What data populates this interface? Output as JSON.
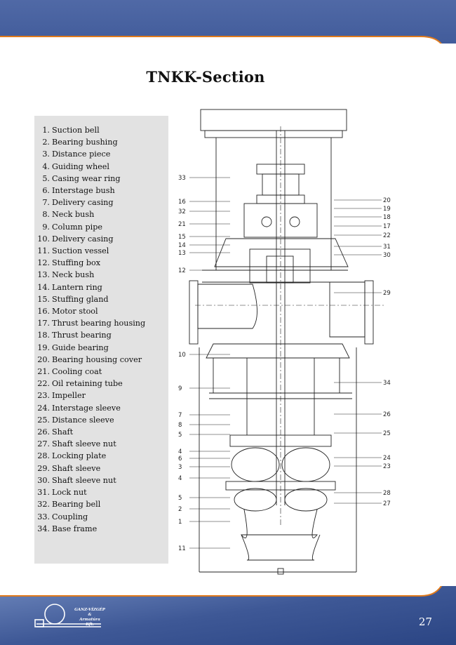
{
  "page": {
    "title": "TNKK-Section",
    "page_number": "27"
  },
  "logo": {
    "line1": "GANZ-VÍZGÉP",
    "line2": "&",
    "line3": "Armatúra",
    "line4": "Kft."
  },
  "parts": [
    {
      "num": "1.",
      "name": "Suction bell"
    },
    {
      "num": "2.",
      "name": "Bearing bushing"
    },
    {
      "num": "3.",
      "name": "Distance piece"
    },
    {
      "num": "4.",
      "name": "Guiding wheel"
    },
    {
      "num": "5.",
      "name": "Casing wear ring"
    },
    {
      "num": "6.",
      "name": "Interstage bush"
    },
    {
      "num": "7.",
      "name": "Delivery casing"
    },
    {
      "num": "8.",
      "name": "Neck bush"
    },
    {
      "num": "9.",
      "name": "Column pipe"
    },
    {
      "num": "10.",
      "name": "Delivery casing"
    },
    {
      "num": "11.",
      "name": "Suction vessel"
    },
    {
      "num": "12.",
      "name": "Stuffing box"
    },
    {
      "num": "13.",
      "name": "Neck bush"
    },
    {
      "num": "14.",
      "name": "Lantern ring"
    },
    {
      "num": "15.",
      "name": "Stuffing gland"
    },
    {
      "num": "16.",
      "name": "Motor stool"
    },
    {
      "num": "17.",
      "name": "Thrust bearing housing"
    },
    {
      "num": "18.",
      "name": "Thrust bearing"
    },
    {
      "num": "19.",
      "name": "Guide bearing"
    },
    {
      "num": "20.",
      "name": "Bearing housing cover"
    },
    {
      "num": "21.",
      "name": "Cooling coat"
    },
    {
      "num": "22.",
      "name": "Oil retaining tube"
    },
    {
      "num": "23.",
      "name": "Impeller"
    },
    {
      "num": "24.",
      "name": "Interstage sleeve"
    },
    {
      "num": "25.",
      "name": "Distance sleeve"
    },
    {
      "num": "26.",
      "name": "Shaft"
    },
    {
      "num": "27.",
      "name": "Shaft sleeve nut"
    },
    {
      "num": "28.",
      "name": "Locking plate"
    },
    {
      "num": "29.",
      "name": "Shaft sleeve"
    },
    {
      "num": "30.",
      "name": "Shaft sleeve nut"
    },
    {
      "num": "31.",
      "name": "Lock nut"
    },
    {
      "num": "32.",
      "name": "Bearing bell"
    },
    {
      "num": "33.",
      "name": "Coupling"
    },
    {
      "num": "34.",
      "name": "Base frame"
    }
  ],
  "callouts": {
    "left": [
      "33",
      "16",
      "32",
      "21",
      "15",
      "14",
      "13",
      "12",
      "10",
      "9",
      "7",
      "8",
      "5",
      "4",
      "6",
      "3",
      "4",
      "5",
      "2",
      "1",
      "11"
    ],
    "right": [
      "20",
      "19",
      "18",
      "17",
      "22",
      "31",
      "30",
      "29",
      "34",
      "26",
      "25",
      "24",
      "23",
      "28",
      "27"
    ]
  },
  "colors": {
    "band_dark": "#2f4a86",
    "band_light": "#7d95c6",
    "accent_orange": "#e07a1c",
    "panel_grey": "#e2e2e2"
  }
}
